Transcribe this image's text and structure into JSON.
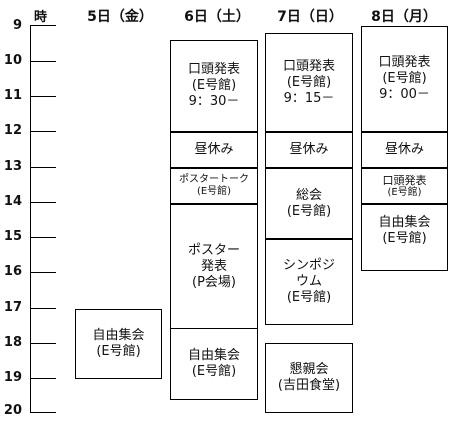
{
  "time_axis": {
    "unit_label": "時",
    "hours": [
      "9",
      "10",
      "11",
      "12",
      "13",
      "14",
      "15",
      "16",
      "17",
      "18",
      "19",
      "20"
    ]
  },
  "days": [
    {
      "label": "5日（金）"
    },
    {
      "label": "6日（土）"
    },
    {
      "label": "7日（日）"
    },
    {
      "label": "8日（月）"
    }
  ],
  "events": {
    "fri": {
      "free_meeting": "自由集会\n(E号館)"
    },
    "sat": {
      "oral": "口頭発表\n(E号館)\n9：30－",
      "lunch": "昼休み",
      "poster_talk_title": "ポスタートーク",
      "poster_talk_place": "(E号館)",
      "poster": "ポスター\n発表\n(P会場)",
      "free_meeting": "自由集会\n(E号館)"
    },
    "sun": {
      "oral": "口頭発表\n(E号館)\n9：15－",
      "lunch": "昼休み",
      "general_meeting": "総会\n(E号館)",
      "symposium": "シンポジ\nウム\n(E号館)",
      "banquet": "懇親会\n(吉田食堂)"
    },
    "mon": {
      "oral": "口頭発表\n(E号館)\n9：00－",
      "lunch": "昼休み",
      "oral_short_title": "口頭発表",
      "oral_short_place": "(E号館)",
      "free_meeting": "自由集会\n(E号館)"
    }
  }
}
